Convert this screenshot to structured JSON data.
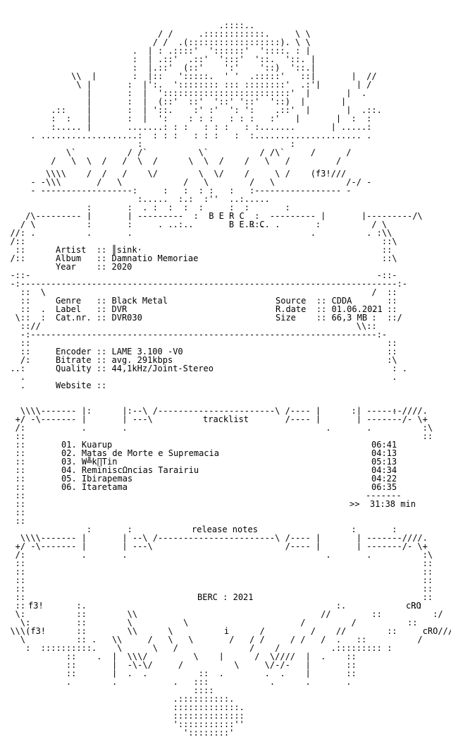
{
  "group": "BERC",
  "art_credits": [
    "f3!",
    "cRO"
  ],
  "info": {
    "artist_label": "Artist",
    "artist": "║sink·",
    "album_label": "Album",
    "album": "Damnatio Memoriae",
    "year_label": "Year",
    "year": "2020",
    "genre_label": "Genre",
    "genre": "Black Metal",
    "label_label": "Label",
    "label": "DVR",
    "catnr_label": "Cat.nr.",
    "catnr": "DVR030",
    "source_label": "Source",
    "source": "CDDA",
    "rdate_label": "R.date",
    "rdate": "01.06.2021",
    "size_label": "Size",
    "size": "66,3 MB",
    "encoder_label": "Encoder",
    "encoder": "LAME 3.100 -V0",
    "bitrate_label": "Bitrate",
    "bitrate": "avg. 291kbps",
    "quality_label": "Quality",
    "quality": "44,1kHz/Joint-Stereo",
    "website_label": "Website",
    "website": ""
  },
  "sections": {
    "tracklist": "tracklist",
    "release_notes": "release notes"
  },
  "tracklist": [
    {
      "num": "01.",
      "title": "Kuarup",
      "time": "06:41"
    },
    {
      "num": "02.",
      "title": "Matas de Morte e Supremacia",
      "time": "04:13"
    },
    {
      "num": "03.",
      "title": "W╩k∏Tin",
      "time": "05:13"
    },
    {
      "num": "04.",
      "title": "ReminiscΩncias Tarairiu",
      "time": "04:34"
    },
    {
      "num": "05.",
      "title": "Ibirapemas",
      "time": "04:22"
    },
    {
      "num": "06.",
      "title": "Itaretama",
      "time": "06:35"
    }
  ],
  "total": {
    "prefix": ">>",
    "time": "31:38 min"
  },
  "footer": {
    "group": "BERC",
    "year": "2021"
  },
  "art_lines": [
    "                         _ _______ _       .::::..       _ _______ _",
    "                            ___/ /     .::::::::::::.     \\ \\___",
    "                              / /  .(::::::::::::::::::). \\ \\",
    "                          .  | : .::::'  '::::::'  '::::. : |",
    "                          :  | .::'  .::'  ':::'  '::.  '::. |",
    "          _ ______ _      :  |.::'  (::'    ':'    '::)  '::.|      _ ______ _",
    "              \\\\  |       :  |::   ':::::.  ' '  .:::::'   ::|       |  //",
    "               \\ |       :  |':.  ':::::::: ::: ::::::::'  .:'|       | /",
    "                 |       :  |  ':::::::::::::::::::::::::'  |       |  .",
    "                 |       :  |  (::'  ::'  '::' '::'  '::)  |       |",
    "          .::    |       :  | '::.    :' :'  ': ':    .::'  |       |  .::.",
    "          :  :   |       :  |  ':    : : :   : : :   :'   |       |  :  :",
    "          :..... |       .......: : :   : : :   : :.......       | .....:",
    "      . ...................:  : : :   : : :   :  :..................... .",
    "                           :_____________________________:",
    "        _ ___\\` __  _____/ /`  ________\\`  __  ____/ /\\`  ___/______/ _ _",
    "          /   \\  \\  /   /  \\  /      \\  \\  /    /   \\   /    ___  /",
    "      _ _\\\\\\\\____/__/___/____\\/________\\__\\/____/_____\\_/____(f3!///_ _",
    "      - -\\\\\\_______/   \\____________/   \\________/   \\______________/-/ -",
    "      - ------------------:     :   :  : :   :   :----------------- -",
    "                           :.....  :.:  :''  ..:.....",
    "     ___ _       :       :  . :  :  :  :     :  :       :       _ ___",
    "    _/\\--------- |       | ---------  :  B E R C  :  --------- |       |---------/\\_",
    "   _/ \\          :       :     . ..:..          ..:.. .       :          / \\_",
    "  //: .          .       .                                   .          . :\\\\",
    "  /::                                                                      ::\\",
    "   ::                                                                      ::",
    "  /::                                                                      ::\\",
    "  -::- __ _                                                          _ __ -::-",
    "  -:--------------------------------------------------------------------------:-",
    "    ::  \\                                                                /  ::",
    "    ::                                                                      ::",
    "    ::  .                                                                .  ::",
    "  _\\::  :                                                                :  ::/_",
    "    :://                                                              \\\\::",
    "    -:--------------------------------------------------------------------:-",
    "    ::                                                                      ::",
    "    ::                                                                      ::",
    "    /:                                                                      :\\",
    "  ..:                                                                        : .",
    "    .                                                                        .",
    "    .",
    "",
    "   __ __ _       :       :   _ _____ _                   _ _____ _   :       :       _ __ __",
    "   _\\\\\\\\------- |       | --\\ /-----------------------\\ /---- |       | -------////._",
    "   +/ -\\------- |       | ---\\                          /---- |       | -------/- \\+",
    "   /:           .       .                                       .       .          :\\",
    "   ::                                                                              ::",
    "   ::",
    "   ::",
    "   ::",
    "   ::",
    "   ::",
    "   ::",
    "   ::",
    "   ::",
    "   ::",
    "   ::",
    "   __ __ _       :       :   _ _____ _                   _ _____ _   :       :       _ __ __",
    "   _\\\\\\\\------- |       | --\\ /-----------------------\\ /---- |       | -------////._",
    "   +/ -\\------- |       | ---\\                          /---- |       | -------/- \\+",
    "   /:           .       .                                       .       .          :\\",
    "   ::                                                                              ::",
    "   ::                                                                              ::",
    "   ::                                                                              ::",
    "   ::                                                                              ::",
    "   ::                                                                              ::",
    "   ::          :.                                                 :.             ::",
    "   \\:          ::        \\\\_ ___________          ___________ _//        ::          :/",
    "   _\\:         ::       _\\_  _______\\                      /_______ _/_         ::        :/_",
    "  \\\\\\(f3!      ::  ____  \\\\  ____\\____      i______/_________/  __//  ____  ::     cRO///",
    "    \\          :: .  _\\\\_____/  _\\___\\_______/___/ /  ___/_/  _/_ .   ::          /",
    "     :  ::::::::::.    \\      \\___/_   _   _____ /    /          .::::::::: :",
    "             ::    .  |  \\\\\\/   ______\\____|______/  \\////  |  .    ::",
    "             ::       |  -\\-\\/_____/          \\_____\\/-/-   |       ::",
    "             ::       |  .  .          ::  .        .  .    |       ::",
    "             .        .           .   :::            .      .       .",
    "                                      ::::",
    "                                  .::::::::::.",
    "                                  :::::::::::::.",
    "                                  ::::::::::::::",
    "                                  ':::::::::::''",
    "                                    '::::::::'",
    "                                     ::::::",
    "                                      ::::",
    "                                      ::",
    "                                      .::.",
    "                                       ::",
    "                                       .:."
  ]
}
